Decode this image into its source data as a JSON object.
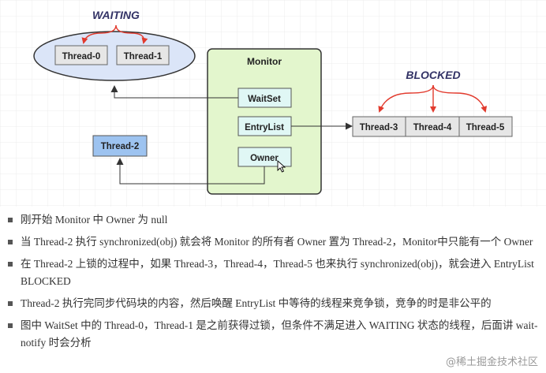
{
  "diagram": {
    "waiting_label": "WAITING",
    "blocked_label": "BLOCKED",
    "monitor_title": "Monitor",
    "waitset_label": "WaitSet",
    "entrylist_label": "EntryList",
    "owner_label": "Owner",
    "waiting_threads": [
      "Thread-0",
      "Thread-1"
    ],
    "blocked_threads": [
      "Thread-3",
      "Thread-4",
      "Thread-5"
    ],
    "owner_thread": "Thread-2",
    "colors": {
      "waiting_fill": "#dbe5f8",
      "monitor_fill": "#e3f6cd",
      "monitor_border": "#333333",
      "box_fill": "#e6e6e6",
      "slot_fill": "#e0f7f5",
      "thread2_fill": "#9dc3f0",
      "arrow_red": "#e23b2e",
      "label_blue": "#333366"
    }
  },
  "notes": [
    "刚开始 Monitor 中 Owner 为 null",
    "当 Thread-2 执行 synchronized(obj) 就会将 Monitor 的所有者 Owner 置为 Thread-2，Monitor中只能有一个 Owner",
    "在 Thread-2 上锁的过程中，如果 Thread-3，Thread-4，Thread-5 也来执行 synchronized(obj)，就会进入 EntryList BLOCKED",
    "Thread-2 执行完同步代码块的内容，然后唤醒 EntryList 中等待的线程来竞争锁，竞争的时是非公平的",
    "图中 WaitSet 中的 Thread-0，Thread-1 是之前获得过锁，但条件不满足进入 WAITING 状态的线程，后面讲 wait-notify 时会分析"
  ],
  "watermark": "@稀土掘金技术社区"
}
